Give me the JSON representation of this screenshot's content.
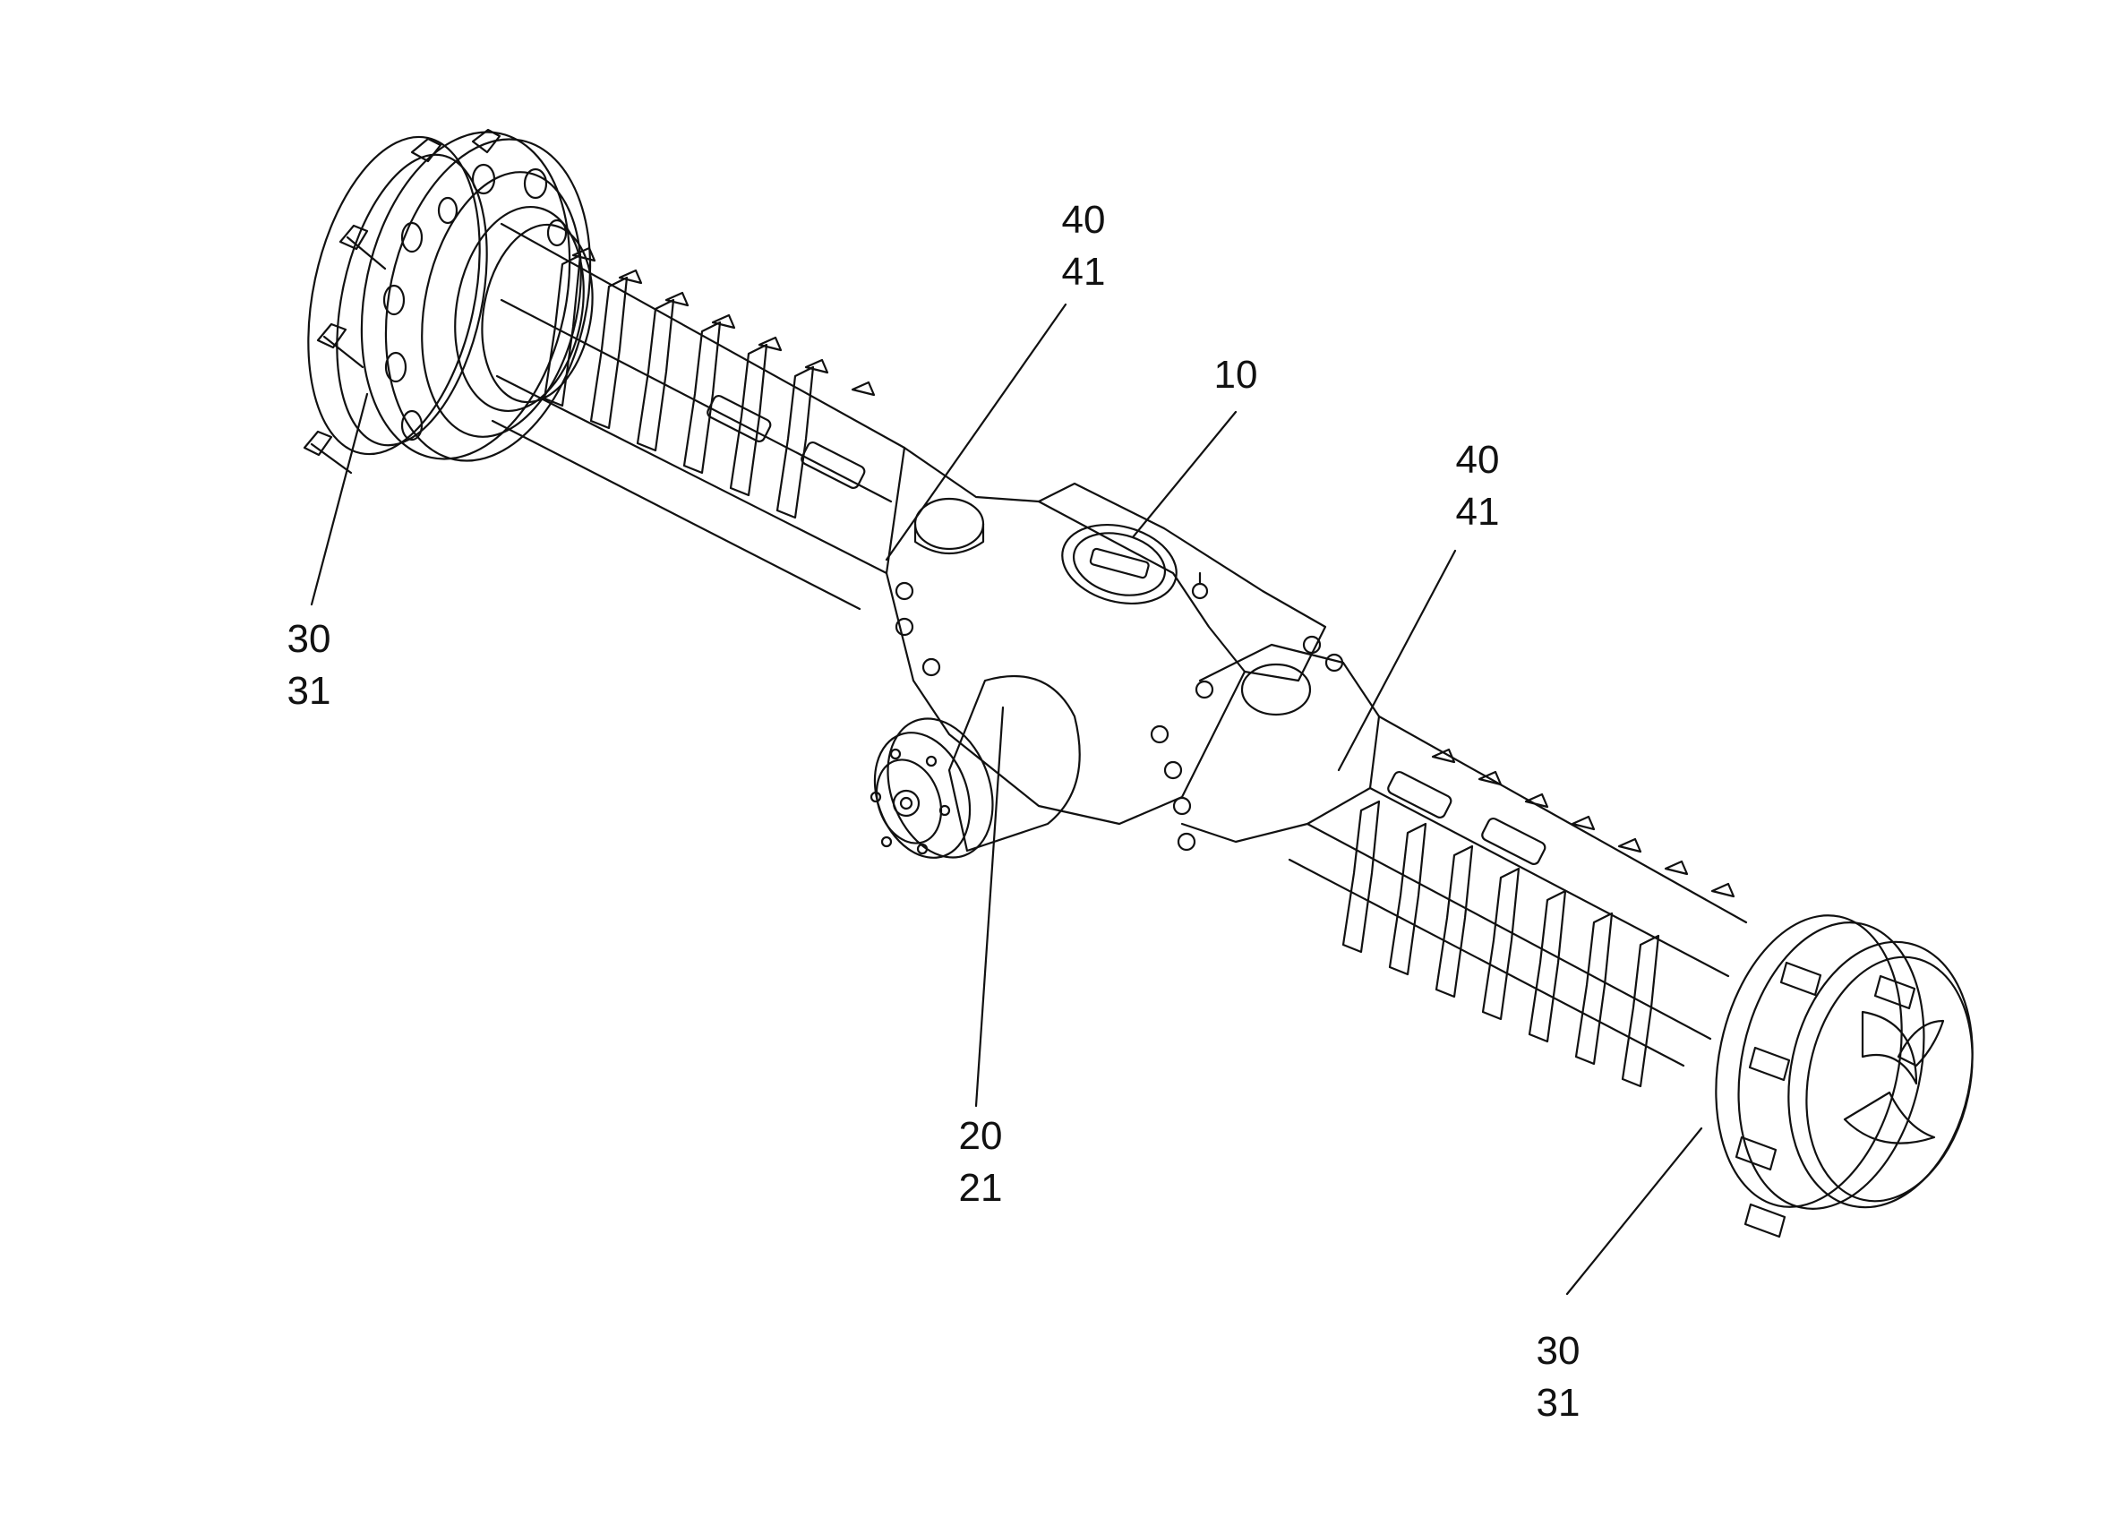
{
  "callouts": {
    "hub_left": [
      "30",
      "31"
    ],
    "housing_left": [
      "40",
      "41"
    ],
    "center_cover": [
      "10"
    ],
    "housing_right": [
      "40",
      "41"
    ],
    "pinion_flange": [
      "20",
      "21"
    ],
    "hub_right": [
      "30",
      "31"
    ]
  },
  "colors": {
    "line": "#111111",
    "background": "#ffffff"
  }
}
